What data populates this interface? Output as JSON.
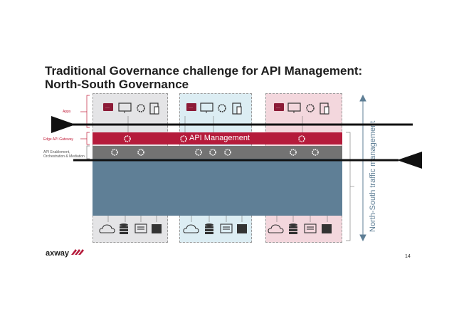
{
  "title": {
    "line1": "Traditional Governance challenge for API Management:",
    "line2": "North-South Governance"
  },
  "layers": {
    "apps": "Apps",
    "edge_gateway": "Edge API Gateway",
    "enablement": "API Enablement,\nOrchestration & Mediation"
  },
  "gateway_label": "API Management",
  "traffic_label": "North-South traffic management",
  "page_number": "14",
  "logo_text": "axway",
  "colors": {
    "brand_red": "#b51b3b",
    "accent_label_red": "#c11f3b",
    "core_blue": "#5f7f96",
    "enablement_gray": "#737373"
  },
  "icons": {
    "app_row": [
      "chat-icon",
      "monitor-icon",
      "gear-icon",
      "tablet-phone-icon"
    ],
    "backend_row": [
      "cloud-icon",
      "database-icon",
      "server-icon",
      "ecosystem-icon"
    ]
  }
}
